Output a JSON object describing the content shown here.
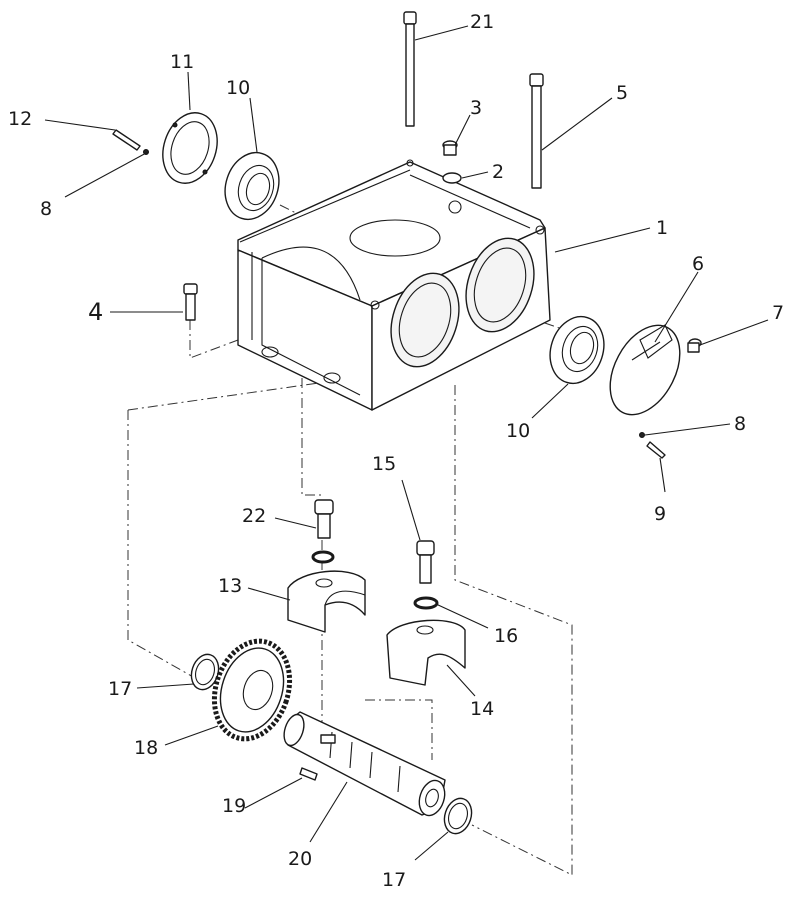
{
  "colors": {
    "line": "#1a1a1a",
    "background": "#ffffff"
  },
  "callouts": {
    "c1": "1",
    "c2": "2",
    "c3": "3",
    "c4": "4",
    "c5": "5",
    "c6": "6",
    "c7": "7",
    "c8a": "8",
    "c8b": "8",
    "c9": "9",
    "c10a": "10",
    "c10b": "10",
    "c11": "11",
    "c12": "12",
    "c13": "13",
    "c14": "14",
    "c15": "15",
    "c16": "16",
    "c17a": "17",
    "c17b": "17",
    "c18": "18",
    "c19": "19",
    "c20": "20",
    "c21": "21",
    "c22": "22"
  }
}
